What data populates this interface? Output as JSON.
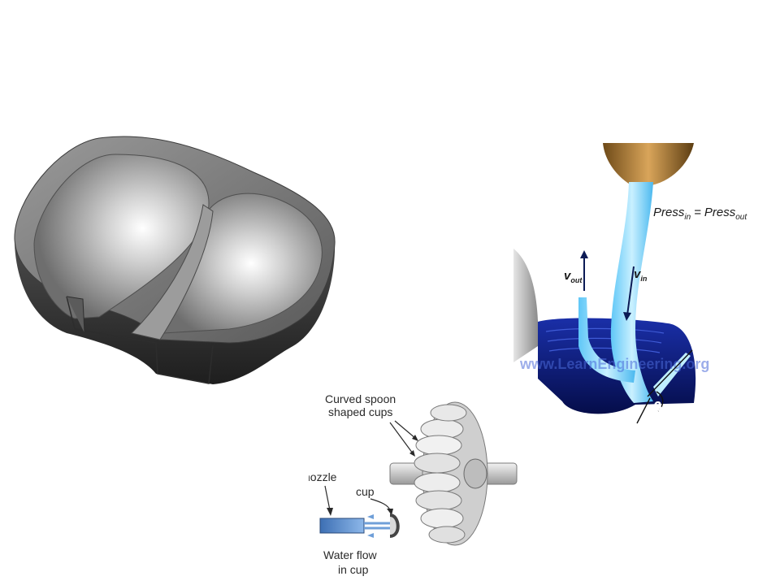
{
  "bucket_figure": {
    "color_body": "#8c8c8c",
    "color_shadow": "#3a3a3a"
  },
  "jet_figure": {
    "equation": {
      "press_in": "Press",
      "press_in_sub": "in",
      "equals": "=",
      "press_out": "Press",
      "press_out_sub": "out"
    },
    "v_out": {
      "symbol": "v",
      "sub": "out"
    },
    "v_in": {
      "symbol": "v",
      "sub": "in"
    },
    "angle_label": "β",
    "watermark": "www.LearnEngineering.org",
    "colors": {
      "water": "#7ad8ff",
      "bucket": "#0b1a78",
      "nozzle": "#b8832e"
    }
  },
  "wheel_figure": {
    "label_cups_line1": "Curved spoon",
    "label_cups_line2": "shaped cups",
    "label_nozzle": "nozzle",
    "label_cup": "cup",
    "label_flow_line1": "Water flow",
    "label_flow_line2": "in cup",
    "colors": {
      "jet": "#6f9fd8",
      "wheel": "#d8d8d8"
    }
  }
}
